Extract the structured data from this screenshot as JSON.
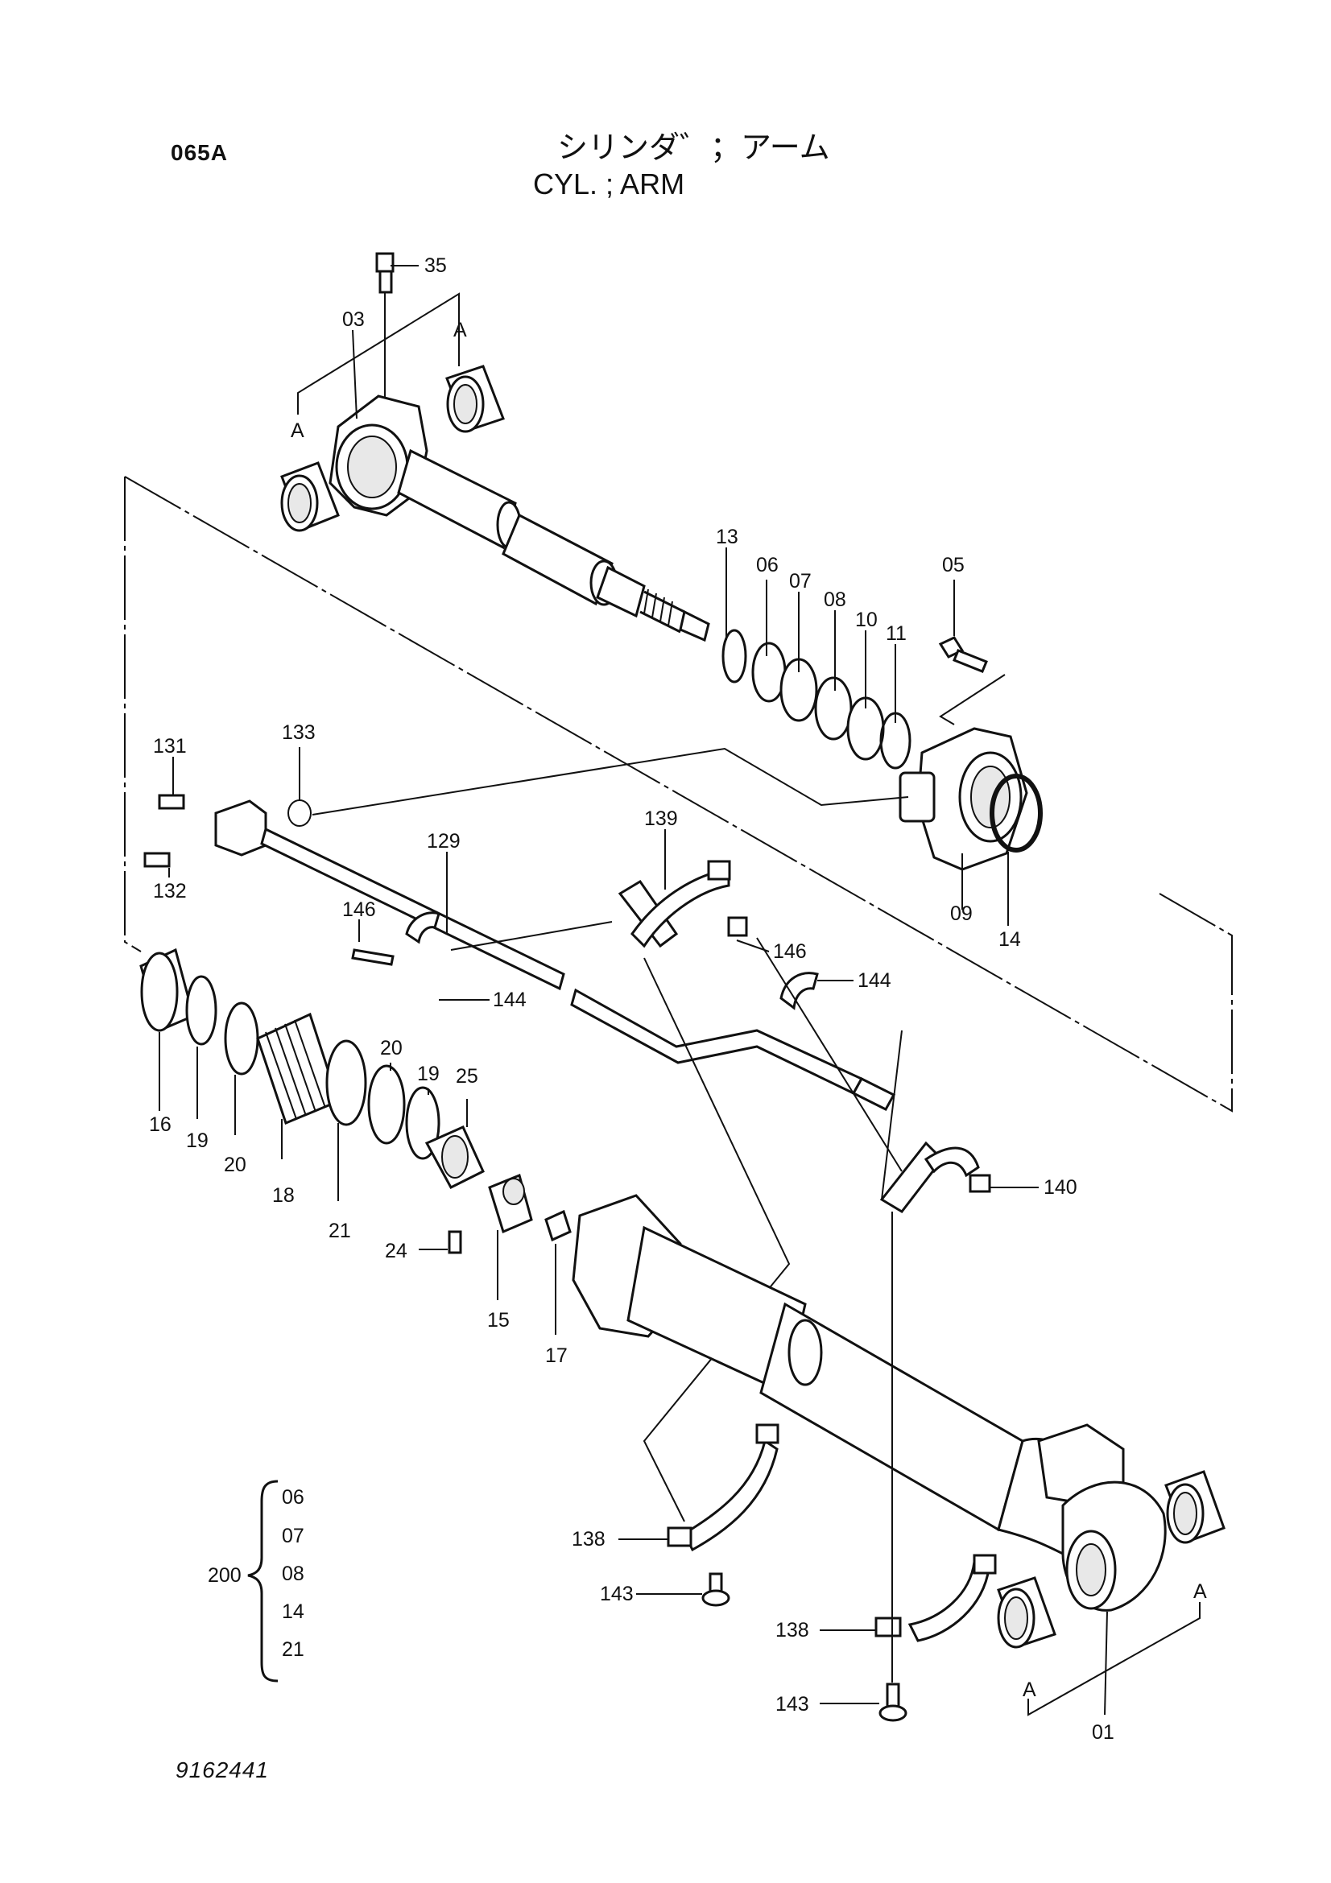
{
  "header": {
    "page_code": "065A",
    "title_jp": "シリンダ゛；アーム",
    "title_en": "CYL. ; ARM"
  },
  "footer": {
    "drawing_number": "9162441"
  },
  "callouts": {
    "c35": "35",
    "c03": "03",
    "cA1": "A",
    "cA2": "A",
    "c13": "13",
    "c06": "06",
    "c07": "07",
    "c08": "08",
    "c10": "10",
    "c11": "11",
    "c05": "05",
    "c131": "131",
    "c133": "133",
    "c132": "132",
    "c129": "129",
    "c139": "139",
    "c146a": "146",
    "c144a": "144",
    "c146b": "146",
    "c144b": "144",
    "c09": "09",
    "c14": "14",
    "c16": "16",
    "c19a": "19",
    "c20a": "20",
    "c18": "18",
    "c21": "21",
    "c20b": "20",
    "c19b": "19",
    "c25": "25",
    "c24": "24",
    "c15": "15",
    "c17": "17",
    "c140": "140",
    "c138a": "138",
    "c143a": "143",
    "c138b": "138",
    "c143b": "143",
    "cA3": "A",
    "cA4": "A",
    "c01": "01"
  },
  "kit": {
    "number": "200",
    "parts": [
      "06",
      "07",
      "08",
      "14",
      "21"
    ]
  }
}
